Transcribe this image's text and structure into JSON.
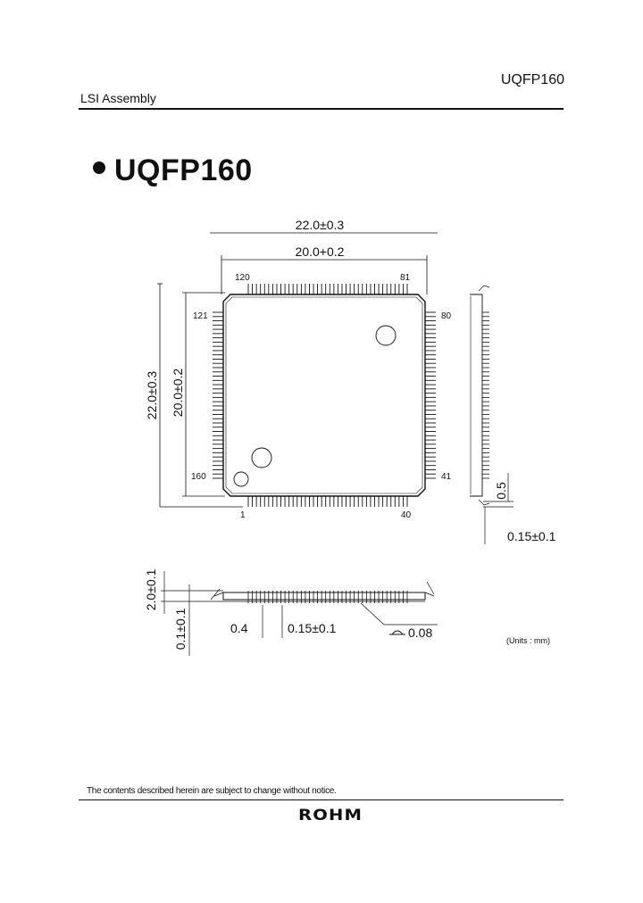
{
  "header": {
    "doc_code": "UQFP160",
    "section": "LSI Assembly"
  },
  "title": "UQFP160",
  "top_view": {
    "outer_width_dim": "22.0±0.3",
    "body_width_dim": "20.0+0.2",
    "outer_height_dim": "22.0±0.3",
    "body_height_dim": "20.0±0.2",
    "pin_top_left": "120",
    "pin_top_right": "81",
    "pin_left_top": "121",
    "pin_right_top": "80",
    "pin_left_bottom": "160",
    "pin_right_bottom": "41",
    "pin_bottom_left": "1",
    "pin_bottom_right": "40",
    "pins_per_side": 40
  },
  "side_view": {
    "lead_length_dim": "0.5",
    "lead_thickness_dim": "0.15±0.1"
  },
  "front_view": {
    "height_dim": "2.0±0.1",
    "standoff_dim": "0.1±0.1",
    "pitch_dim": "0.4",
    "lead_width_dim": "0.15±0.1",
    "coplanarity_dim": "0.08"
  },
  "units_note": "(Units : mm)",
  "footer": {
    "notice": "The contents described herein are subject to change without notice.",
    "logo": "ROHM"
  }
}
